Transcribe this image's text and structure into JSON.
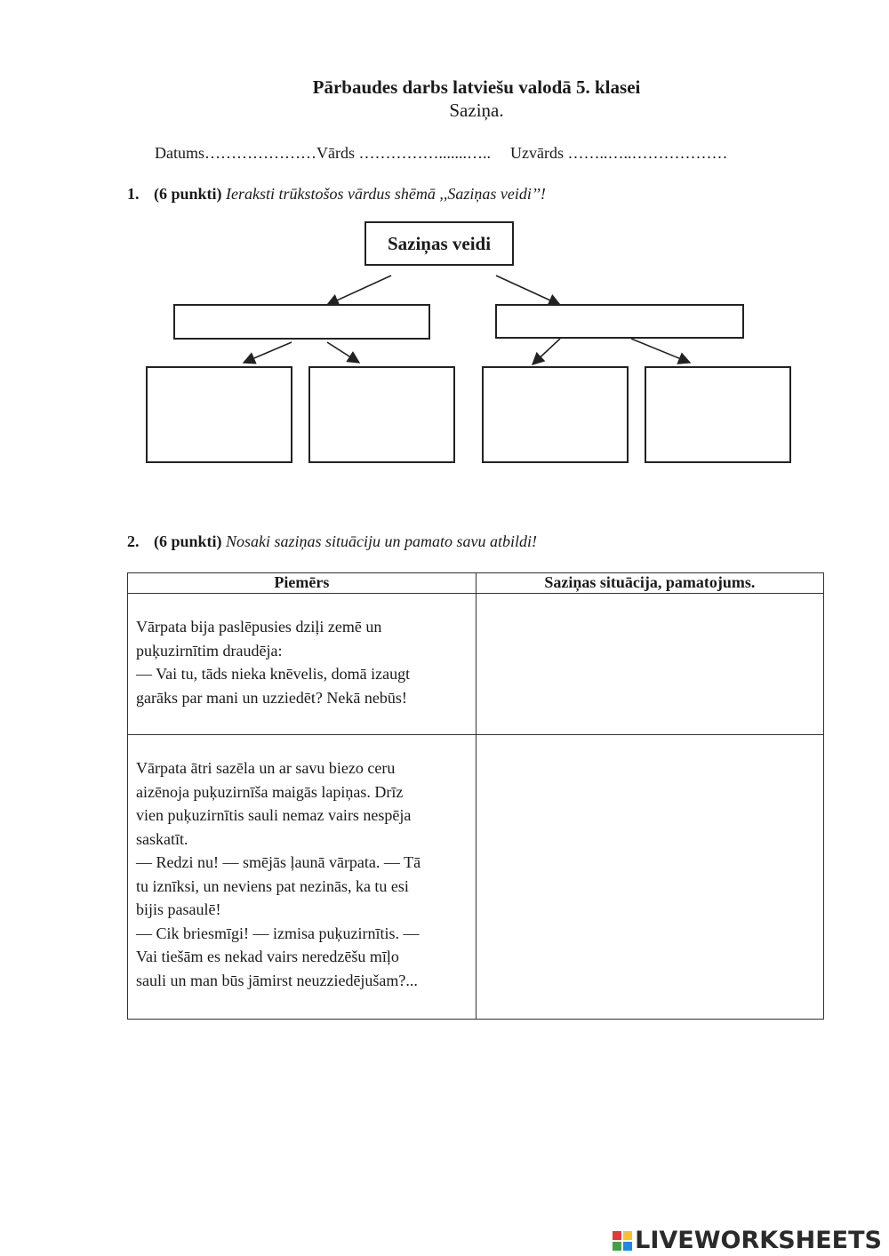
{
  "header": {
    "title": "Pārbaudes darbs latviešu valodā 5. klasei",
    "subtitle": "Saziņa."
  },
  "fields": {
    "date": "Datums…………………",
    "name": "Vārds …………….......…..",
    "surname": "Uzvārds ……..…..………………"
  },
  "task1": {
    "number": "1.",
    "points": "(6 punkti)",
    "instruction": "Ieraksti trūkstošos vārdus shēmā ,,Saziņas veidi’’!",
    "root_label": "Saziņas veidi"
  },
  "task2": {
    "number": "2.",
    "points": "(6 punkti)",
    "instruction": "Nosaki saziņas situāciju un pamato savu atbildi!",
    "headers": [
      "Piemērs",
      "Saziņas situācija, pamatojums."
    ],
    "rows": [
      {
        "lines": [
          "Vārpata bija paslēpusies dziļi zemē un",
          "puķuzirnītim draudēja:",
          "— Vai tu, tāds nieka knēvelis, domā izaugt",
          "garāks par mani un uzziedēt? Nekā nebūs!"
        ]
      },
      {
        "lines": [
          "Vārpata ātri sazēla un ar savu biezo ceru",
          "aizēnoja puķuzirnīša maigās lapiņas. Drīz",
          "vien puķuzirnītis sauli nemaz vairs nespēja",
          "saskatīt.",
          "— Redzi nu! — smējās ļaunā vārpata. — Tā",
          "tu iznīksi, un neviens pat nezinās, ka tu esi",
          "bijis pasaulē!",
          "— Cik briesmīgi! — izmisa puķuzirnītis. —",
          "Vai tiešām es nekad vairs neredzēšu mīļo",
          "sauli un man būs jāmirst neuzziedējušam?..."
        ]
      }
    ]
  },
  "footer": {
    "brand": "LIVEWORKSHEETS",
    "logo_colors": [
      "#e53935",
      "#fbc02d",
      "#43a047",
      "#1e88e5"
    ]
  }
}
